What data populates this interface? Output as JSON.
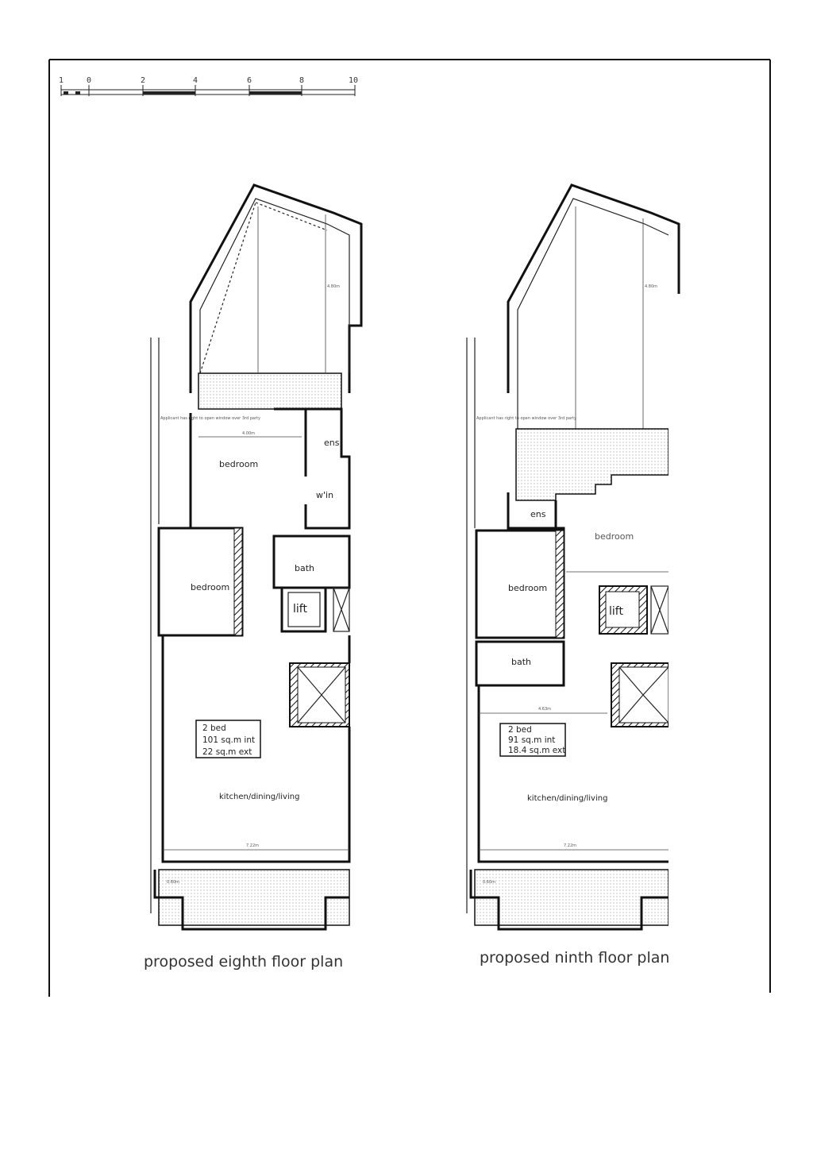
{
  "scale_bar": {
    "ticks": [
      "1",
      "0",
      "2",
      "4",
      "6",
      "8",
      "10"
    ]
  },
  "plans": [
    {
      "title": "proposed eighth floor plan",
      "note": "Applicant has right to open window over 3rd party",
      "rooms": {
        "bedroom_1": "bedroom",
        "ens": "ens",
        "walkin": "w'in",
        "bath": "bath",
        "bedroom_2": "bedroom",
        "lift": "lift",
        "living": "kitchen/dining/living"
      },
      "summary": [
        "2 bed",
        "101 sq.m int",
        "22 sq.m ext"
      ],
      "dimensions": {
        "roof": "4.80m",
        "width": "4.00m",
        "living_width": "7.22m",
        "balcony": "0.60m"
      }
    },
    {
      "title": "proposed ninth floor plan",
      "note": "Applicant has right to open window over 3rd party",
      "rooms": {
        "ens": "ens",
        "bedroom_1": "bedroom",
        "bedroom_2": "bedroom",
        "lift": "lift",
        "bath": "bath",
        "living": "kitchen/dining/living"
      },
      "summary": [
        "2 bed",
        "91 sq.m int",
        "18.4 sq.m ext"
      ],
      "dimensions": {
        "roof": "4.80m",
        "width": "4.63m",
        "living_width": "7.22m",
        "balcony": "0.60m"
      }
    }
  ]
}
